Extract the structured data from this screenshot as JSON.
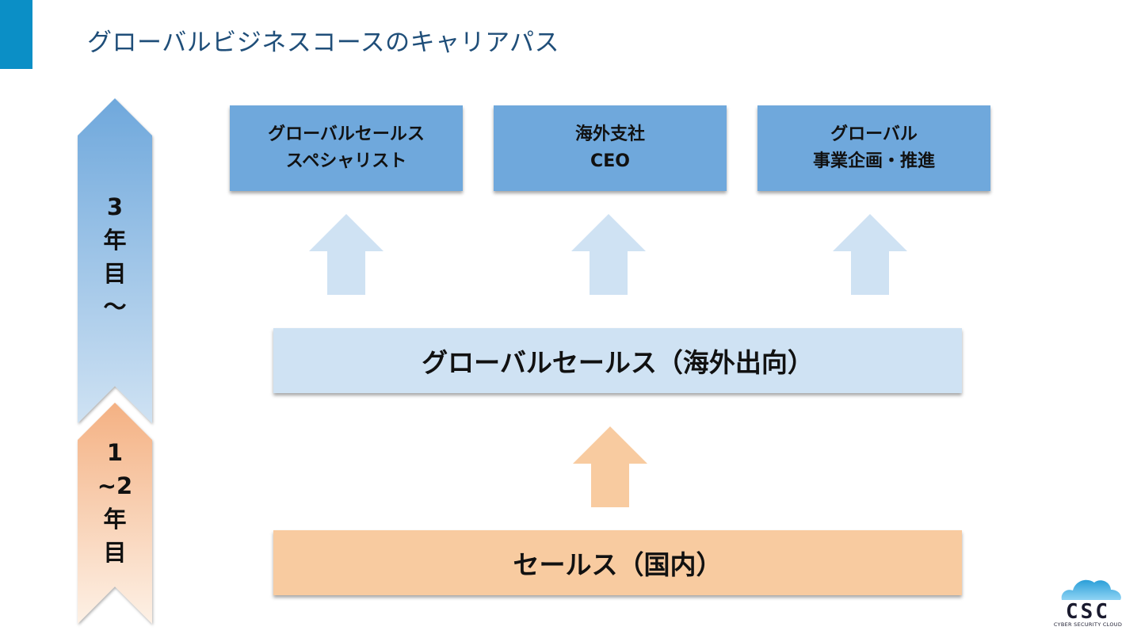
{
  "title": "グローバルビジネスコースのキャリアパス",
  "timeline": {
    "upper": {
      "label_lines": [
        "3",
        "年",
        "目",
        "〜"
      ],
      "color": "#6fa8dc"
    },
    "lower": {
      "label_lines": [
        "1",
        "~2",
        "年",
        "目"
      ],
      "color": "#f4b183"
    }
  },
  "top_roles": [
    {
      "lines": [
        "グローバルセールス",
        "スペシャリスト"
      ]
    },
    {
      "lines": [
        "海外支社",
        "CEO"
      ]
    },
    {
      "lines": [
        "グローバル",
        "事業企画・推進"
      ]
    }
  ],
  "middle_stage": {
    "label": "グローバルセールス（海外出向）"
  },
  "bottom_stage": {
    "label": "セールス（国内）"
  },
  "colors": {
    "accent": "#0b8fc6",
    "title": "#1f4e79",
    "top_box": "#6fa8dc",
    "middle_box": "#cfe2f3",
    "bottom_box": "#f8cba0",
    "blue_arrow": "#cfe2f3",
    "orange_arrow": "#f8cba0"
  },
  "logo": {
    "text": "CSC",
    "subtitle": "CYBER SECURITY CLOUD",
    "icon": "cloud-icon"
  }
}
